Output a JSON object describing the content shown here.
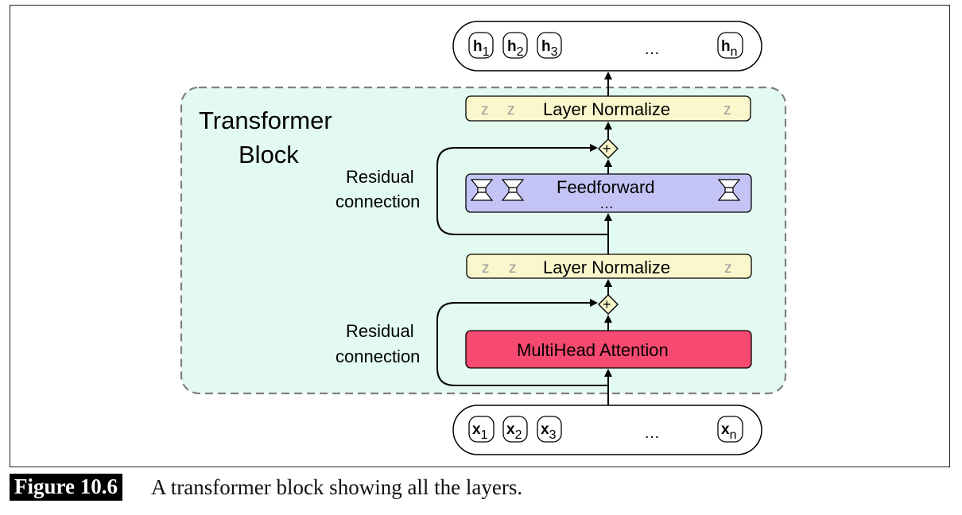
{
  "block_title": [
    "Transformer",
    "Block"
  ],
  "outputs": {
    "tokens": [
      {
        "base": "h",
        "sub": "1"
      },
      {
        "base": "h",
        "sub": "2"
      },
      {
        "base": "h",
        "sub": "3"
      },
      {
        "base": "h",
        "sub": "n"
      }
    ],
    "ellipsis": "…"
  },
  "inputs": {
    "tokens": [
      {
        "base": "x",
        "sub": "1"
      },
      {
        "base": "x",
        "sub": "2"
      },
      {
        "base": "x",
        "sub": "3"
      },
      {
        "base": "x",
        "sub": "n"
      }
    ],
    "ellipsis": "…"
  },
  "layer_norm": {
    "label": "Layer Normalize",
    "z": "z"
  },
  "feedforward": {
    "label": "Feedforward",
    "ellipsis": "…"
  },
  "attention": {
    "label": "MultiHead Attention"
  },
  "residual": [
    "Residual",
    "connection"
  ],
  "add_symbol": "+",
  "caption": {
    "label": "Figure 10.6",
    "text": "A transformer block showing all the layers."
  },
  "colors": {
    "block_fill": "#e3faf0",
    "block_border": "#808080",
    "layernorm_fill": "#fbf7cc",
    "feedforward_fill": "#c3c3f6",
    "attention_fill": "#f74a70",
    "add_fill": "#fbf7cc",
    "z_gray": "#9a9a9a"
  }
}
